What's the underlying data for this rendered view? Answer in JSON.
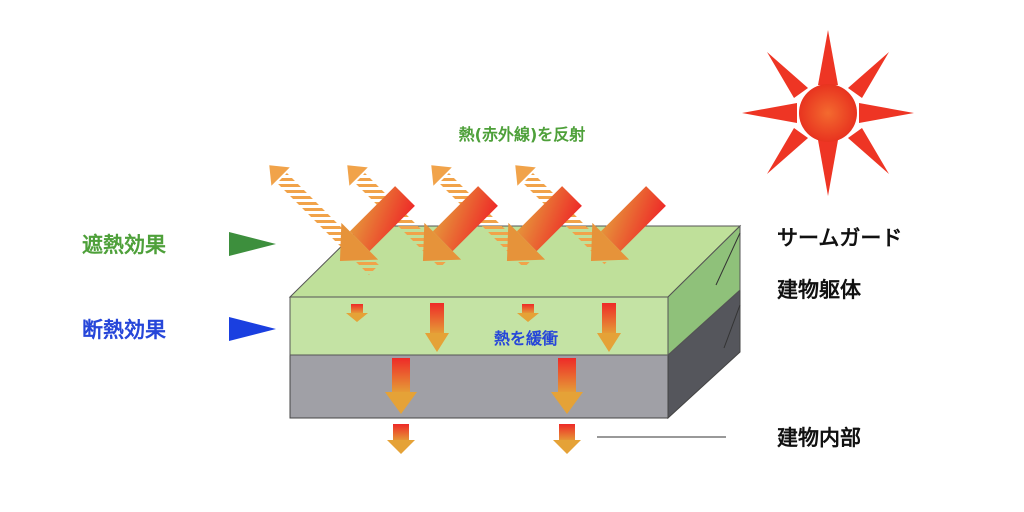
{
  "labels": {
    "reflect": "熱(赤外線)を反射",
    "shielding": "遮熱効果",
    "insulation": "断熱効果",
    "buffer": "熱を緩衝",
    "thermguard": "サームガード",
    "structure": "建物躯体",
    "interior": "建物内部"
  },
  "colors": {
    "green_text": "#4ea03a",
    "blue_text": "#2646d9",
    "green_arrow": "#3d8f3d",
    "blue_arrow": "#1a3fe0",
    "green_top": "#bfe09a",
    "green_front": "#c4e3a4",
    "green_side": "#8fc17a",
    "gray_front": "#a0a0a6",
    "gray_side": "#55565c",
    "sun_core": "#f05a2a",
    "arrow_top": "#ee2a28",
    "arrow_bottom": "#e5a237",
    "reflect_stripe": "#f1a34a",
    "pointer_line": "#333333"
  },
  "icons": {
    "sun": "sun-icon",
    "incoming": "heat-arrow-icon",
    "reflected": "reflected-arrow-icon",
    "pointer": "triangle-pointer-icon"
  }
}
